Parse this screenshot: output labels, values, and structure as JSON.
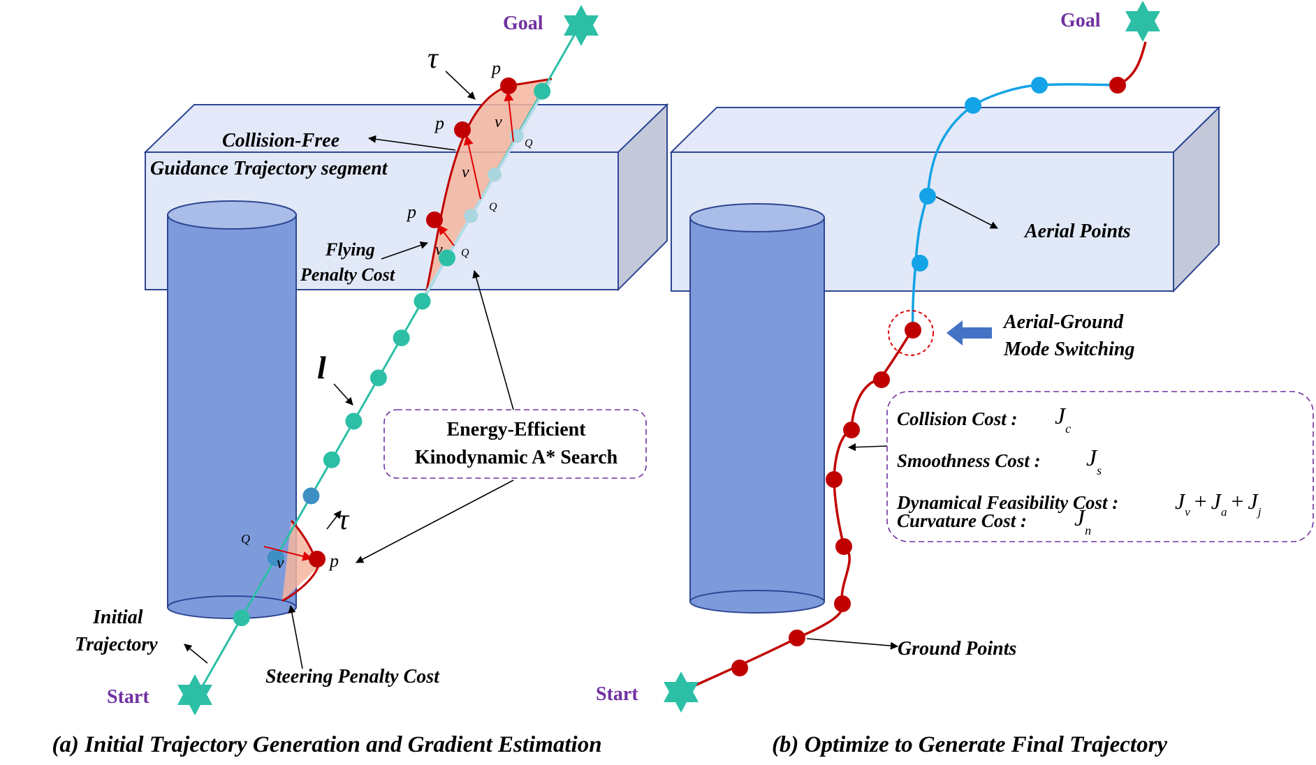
{
  "colors": {
    "teal": "#2cbfa6",
    "red": "#c00000",
    "blue_point": "#14a3e6",
    "purple": "#7030a0",
    "box_fill": "#dce4f6",
    "box_stroke": "#2e4593",
    "cylinder": "#7d9bdb",
    "penalty_fill": "#f4b59e",
    "arrow_blue": "#4472c4"
  },
  "left": {
    "goal": "Goal",
    "start": "Start",
    "tau_top": "τ",
    "tau_bottom": "τ",
    "l_label": "l",
    "p": "p",
    "v": "v",
    "q": "Q",
    "collision_free_1": "Collision-Free",
    "collision_free_2": "Guidance Trajectory segment",
    "flying_1": "Flying",
    "flying_2": "Penalty Cost",
    "energy_1": "Energy-Efficient",
    "energy_2": "Kinodynamic A* Search",
    "initial_1": "Initial",
    "initial_2": "Trajectory",
    "steering": "Steering Penalty Cost",
    "caption": "(a) Initial Trajectory Generation and Gradient Estimation"
  },
  "right": {
    "goal": "Goal",
    "start": "Start",
    "aerial_points": "Aerial Points",
    "mode_1": "Aerial-Ground",
    "mode_2": "Mode Switching",
    "ground_points": "Ground Points",
    "costs": [
      {
        "label": "Collision Cost :",
        "sym": "J",
        "sub": "c"
      },
      {
        "label": "Smoothness Cost :",
        "sym": "J",
        "sub": "s"
      },
      {
        "label": "Dynamical Feasibility Cost :",
        "expr": [
          {
            "sym": "J",
            "sub": "v"
          },
          {
            "op": "+"
          },
          {
            "sym": "J",
            "sub": "a"
          },
          {
            "op": "+"
          },
          {
            "sym": "J",
            "sub": "j"
          }
        ]
      },
      {
        "label": "Curvature Cost :",
        "sym": "J",
        "sub": "n"
      }
    ],
    "caption": "(b) Optimize to Generate Final Trajectory"
  }
}
